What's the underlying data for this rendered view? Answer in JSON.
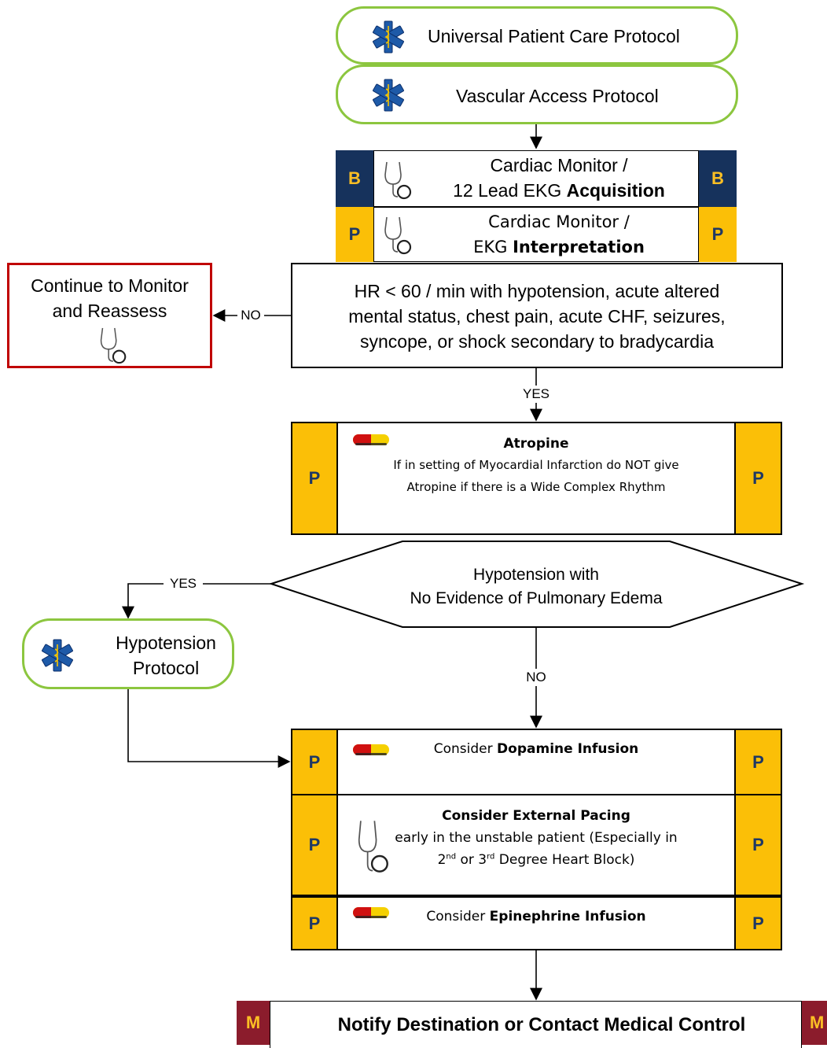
{
  "protocols": {
    "universal": "Universal Patient Care Protocol",
    "vascular": "Vascular Access Protocol",
    "hypotension_line1": "Hypotension",
    "hypotension_line2": "Protocol"
  },
  "levels": {
    "b": "B",
    "p": "P",
    "m": "M"
  },
  "monitor": {
    "acq_line1": "Cardiac Monitor /",
    "acq_line2_a": "12 Lead EKG ",
    "acq_line2_b": "Acquisition",
    "int_line1": "Cardiac Monitor /",
    "int_line2_a": "EKG ",
    "int_line2_b": "Interpretation"
  },
  "criteria": {
    "line1": "HR < 60 / min with hypotension, acute altered",
    "line2": "mental status, chest pain, acute CHF, seizures,",
    "line3": "syncope, or shock secondary to bradycardia"
  },
  "continue": {
    "line1": "Continue to Monitor",
    "line2": "and Reassess"
  },
  "labels": {
    "no1": "NO",
    "yes1": "YES",
    "yes2": "YES",
    "no2": "NO"
  },
  "atropine": {
    "title": "Atropine",
    "line1": "If in setting of Myocardial Infarction do NOT give",
    "line2": "Atropine if there is a Wide Complex Rhythm"
  },
  "decision": {
    "line1": "Hypotension with",
    "line2": "No Evidence of Pulmonary Edema"
  },
  "dopamine": {
    "pre": "Consider ",
    "bold": "Dopamine Infusion"
  },
  "pacing": {
    "title": "Consider External Pacing",
    "line1": "early in the unstable patient (Especially in",
    "line2_a": "2",
    "line2_sup1": "nd",
    "line2_b": " or 3",
    "line2_sup2": "rd",
    "line2_c": " Degree Heart Block)"
  },
  "epinephrine": {
    "pre": "Consider ",
    "bold": "Epinephrine Infusion"
  },
  "notify": "Notify Destination or Contact Medical Control",
  "colors": {
    "pill_border": "#8cc63f",
    "level_b": "#16325c",
    "level_p": "#fbbf07",
    "level_m": "#8b1c2c",
    "red_border": "#c00000"
  }
}
